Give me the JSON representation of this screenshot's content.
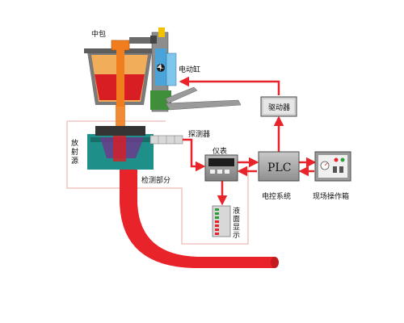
{
  "labels": {
    "tundish": "中包",
    "cylinder": "电动缸",
    "driver": "驱动器",
    "detector": "探测器",
    "meter": "仪表",
    "plc": "PLC",
    "plc_system": "电控系统",
    "field_box": "现场操作箱",
    "source": [
      "放",
      "射",
      "源"
    ],
    "detect_part": "检测部分",
    "level_display": [
      "液",
      "面",
      "显",
      "示"
    ]
  },
  "colors": {
    "signal_line": "#e8242a",
    "steel_stream": "#e8242a",
    "molten_steel": "#d81e22",
    "stopper_orange": "#f07d1e",
    "mold_teal": "#1f8f8a",
    "panel_gray": "#8c8c8c",
    "dashed_box": "#e9a8a0"
  },
  "icons": [
    "arrow-icon",
    "indicator-lamp-icon",
    "fan-icon"
  ]
}
